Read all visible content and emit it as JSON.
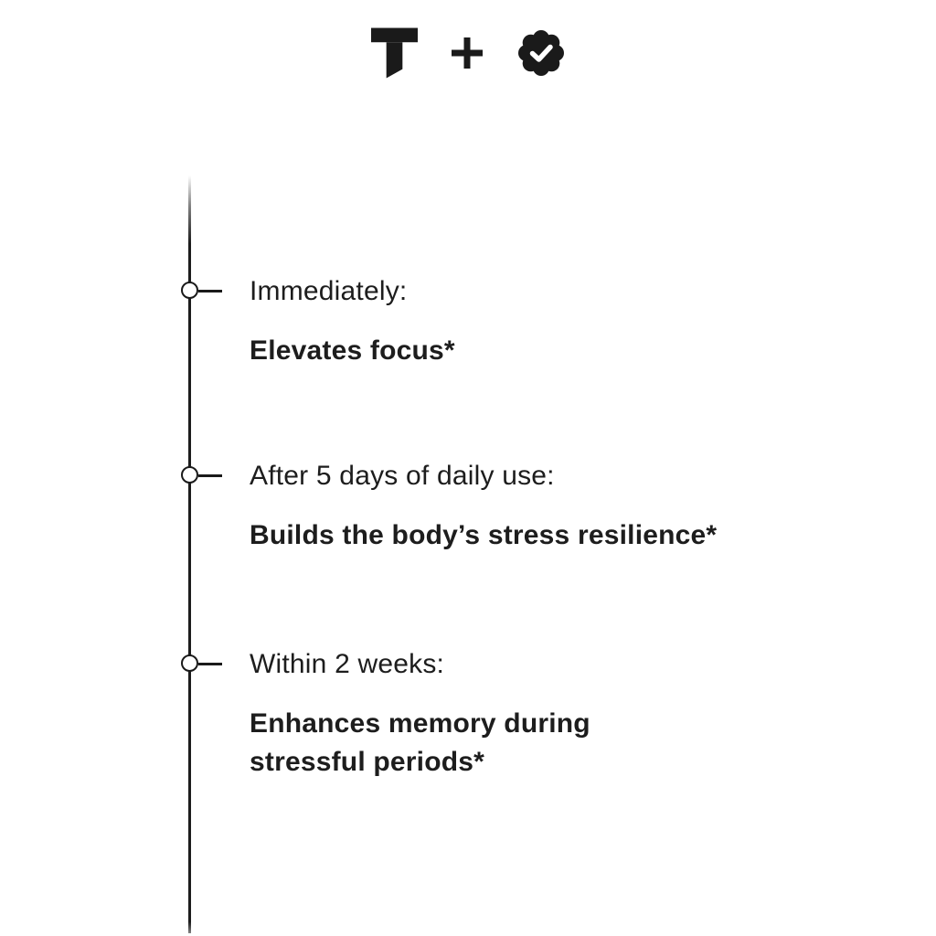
{
  "header": {
    "brand_logo": "T",
    "plus": "+",
    "badge": "verified-seal-with-checkmark"
  },
  "timeline": {
    "milestones": [
      {
        "label": "Immediately:",
        "benefit": "Elevates focus*"
      },
      {
        "label": "After 5 days of daily use:",
        "benefit": "Builds the body’s stress resilience*"
      },
      {
        "label": "Within 2 weeks:",
        "benefit": "Enhances memory during\nstressful periods*"
      }
    ]
  },
  "colors": {
    "background": "#ffffff",
    "text": "#1d1d1d",
    "line": "#1a1a1a"
  }
}
